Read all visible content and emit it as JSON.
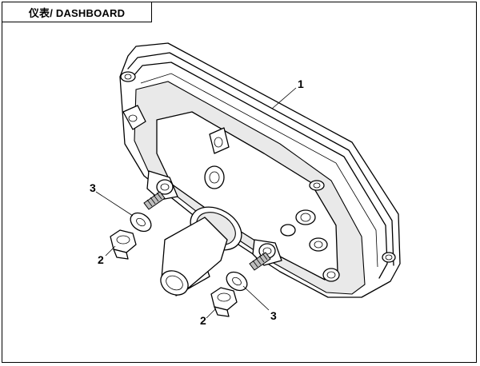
{
  "title": "仪表/ DASHBOARD",
  "callouts": {
    "dashboard": "1",
    "nut_left": "2",
    "nut_right": "2",
    "washer_left": "3",
    "washer_right": "3"
  }
}
